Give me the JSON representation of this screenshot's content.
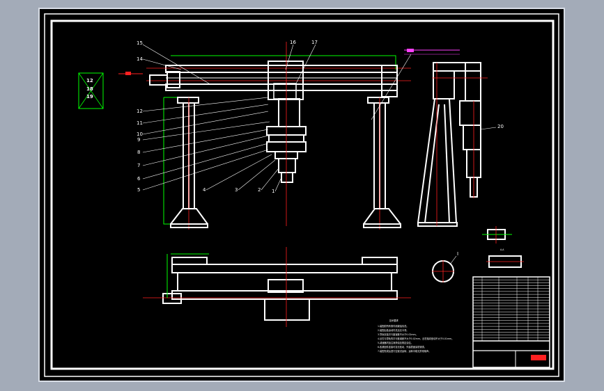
{
  "drawing": {
    "part_numbers": [
      "1",
      "2",
      "3",
      "4",
      "5",
      "6",
      "7",
      "8",
      "9",
      "10",
      "11",
      "12",
      "14",
      "15",
      "16",
      "17",
      "20"
    ],
    "legend_box": [
      "12",
      "18",
      "19"
    ],
    "notes_title": "技术要求",
    "notes": [
      "1.装配前所有零件用煤油清洗。",
      "2.装配后各运动件灵活无卡滞。",
      "3.导轨安装平行度误差不大于0.02mm。",
      "4.丝杠与导轨的平行度误差不大于0.02mm，丝杠轴向窜动不大于0.01mm。",
      "5.减速器内加注润滑油至规定油位。",
      "6.各紧固件连接可靠无松动，外露表面涂防锈漆。",
      "7.装配完成后进行空载试运转，运转平稳无异常噪声。"
    ],
    "detail_label": "I",
    "section_label": "A-A"
  },
  "colors": {
    "background": "#000000",
    "frame": "#ffffff",
    "green": "#00ff00",
    "red": "#ff2020",
    "magenta": "#ff40ff"
  }
}
